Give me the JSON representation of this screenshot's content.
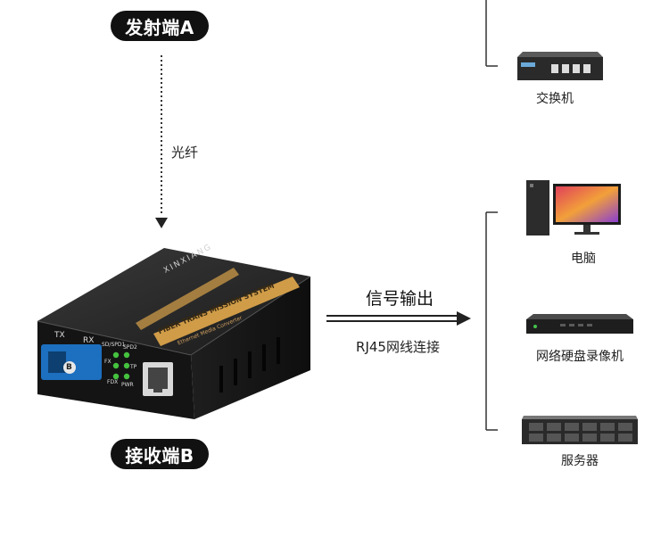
{
  "sender": {
    "label": "发射端A"
  },
  "receiver": {
    "label": "接收端B"
  },
  "fiber": {
    "label": "光纤"
  },
  "output": {
    "title": "信号输出",
    "subtitle": "RJ45网线连接"
  },
  "device": {
    "brand": "XINXIANG",
    "print_line1": "FIBER TRANS MISSION SYSTEM",
    "print_line2": "Ethernet Media Converter",
    "port_tx": "TX",
    "port_rx": "RX",
    "led_sd": "SD/SPD1",
    "led_spd2": "SPD2",
    "led_fx": "FX",
    "led_tp": "TP",
    "led_fdx": "FDX",
    "led_pwr": "PWR",
    "module_mark": "B"
  },
  "targets": [
    {
      "label": "交换机",
      "icon": "switch-icon"
    },
    {
      "label": "电脑",
      "icon": "computer-icon"
    },
    {
      "label": "网络硬盘录像机",
      "icon": "nvr-icon"
    },
    {
      "label": "服务器",
      "icon": "server-icon"
    }
  ],
  "colors": {
    "accent": "#d9a24a",
    "pill": "#111111",
    "line": "#333333"
  }
}
